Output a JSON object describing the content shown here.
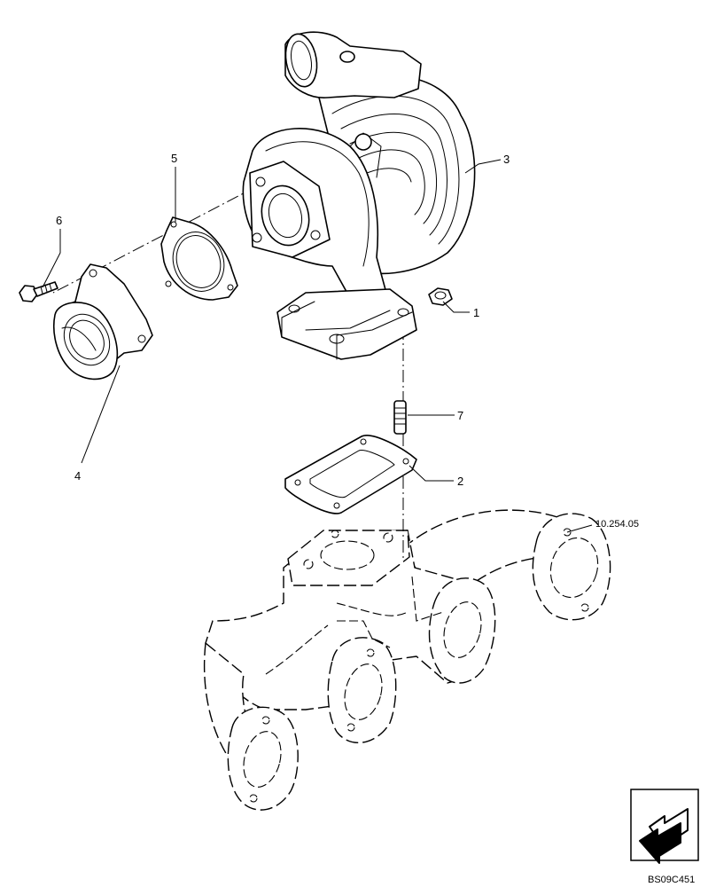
{
  "callouts": [
    {
      "id": "p1",
      "label": "1"
    },
    {
      "id": "p2",
      "label": "2"
    },
    {
      "id": "p3",
      "label": "3"
    },
    {
      "id": "p4",
      "label": "4"
    },
    {
      "id": "p5",
      "label": "5"
    },
    {
      "id": "p6",
      "label": "6"
    },
    {
      "id": "p7",
      "label": "7"
    }
  ],
  "reference": "10.254.05",
  "figure_code": "BS09C451",
  "icons": {
    "nav": "arrow-down-left-icon"
  }
}
